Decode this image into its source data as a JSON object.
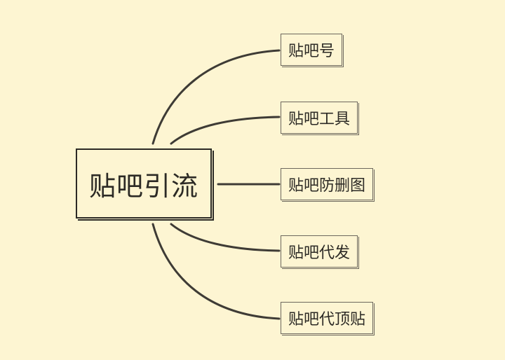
{
  "diagram": {
    "type": "mind-map",
    "center": {
      "label": "贴吧引流"
    },
    "branches": [
      {
        "label": "贴吧号"
      },
      {
        "label": "贴吧工具"
      },
      {
        "label": "贴吧防删图"
      },
      {
        "label": "贴吧代发"
      },
      {
        "label": "贴吧代顶贴"
      }
    ]
  },
  "colors": {
    "background": "#fdf5d2",
    "line": "#3e3b35",
    "border": "#2c2a25"
  }
}
